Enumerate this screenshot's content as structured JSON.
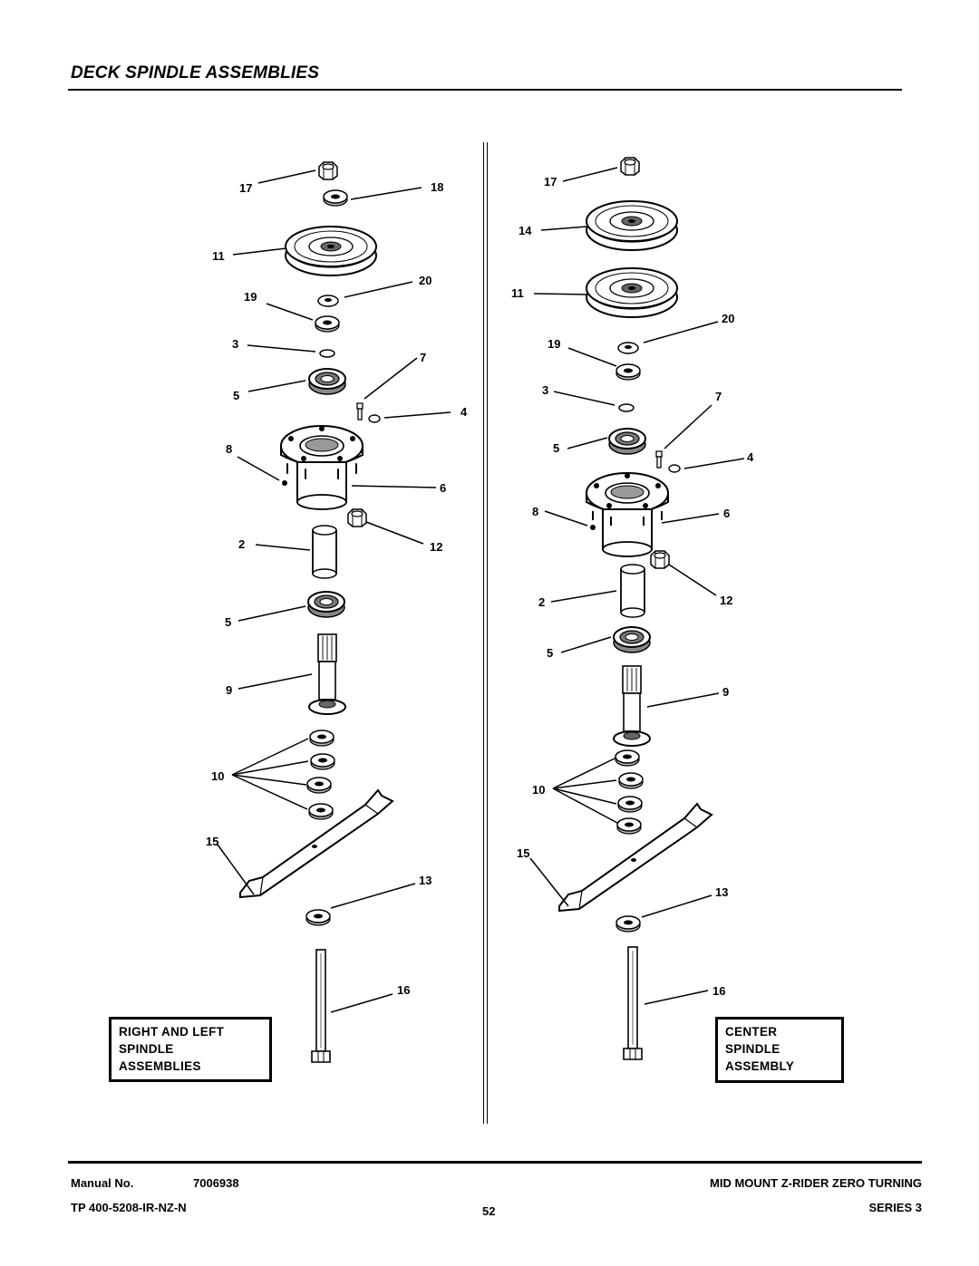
{
  "page": {
    "title": "DECK SPINDLE ASSEMBLIES"
  },
  "left_assembly": {
    "label_lines": [
      "RIGHT AND LEFT",
      "SPINDLE",
      "ASSEMBLIES"
    ],
    "callouts": [
      "17",
      "18",
      "11",
      "20",
      "19",
      "3",
      "7",
      "5",
      "4",
      "8",
      "6",
      "2",
      "12",
      "5",
      "9",
      "10",
      "15",
      "13",
      "16"
    ]
  },
  "right_assembly": {
    "label_lines": [
      "CENTER",
      "SPINDLE",
      "ASSEMBLY"
    ],
    "callouts": [
      "17",
      "14",
      "11",
      "20",
      "19",
      "3",
      "7",
      "5",
      "4",
      "8",
      "6",
      "2",
      "12",
      "5",
      "9",
      "10",
      "15",
      "13",
      "16"
    ]
  },
  "footer": {
    "manual_label": "Manual No.",
    "manual_number": "7006938",
    "tp_code": "TP 400-5208-IR-NZ-N",
    "page_number": "52",
    "product_title": "MID MOUNT Z-RIDER ZERO TURNING",
    "series": "SERIES 3"
  }
}
